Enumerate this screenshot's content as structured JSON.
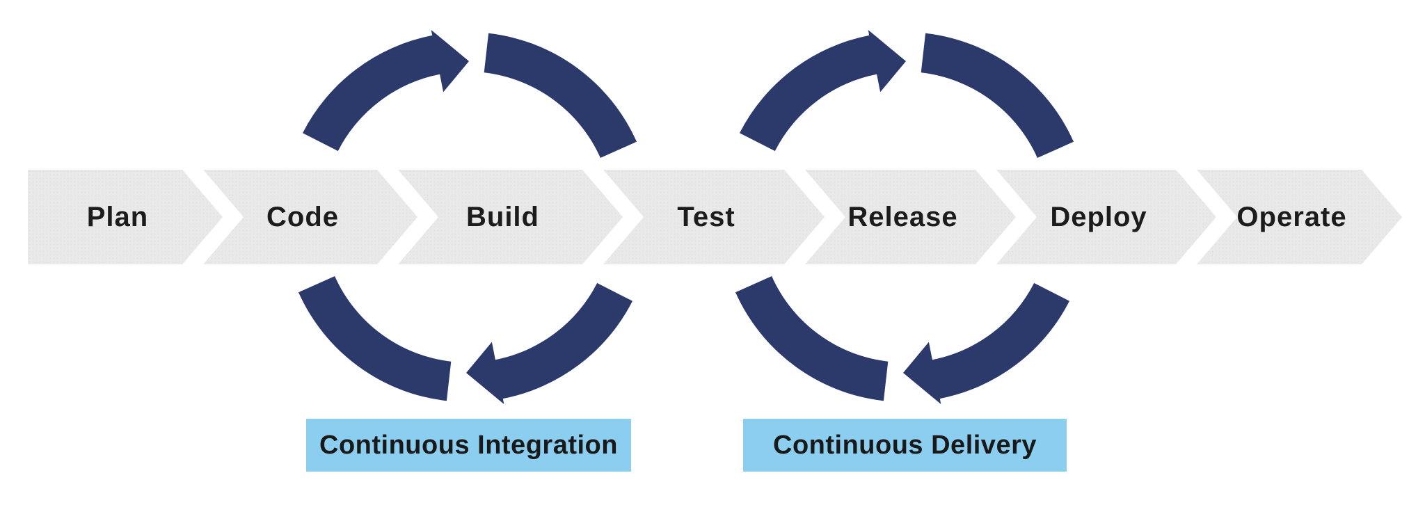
{
  "pipeline": {
    "stages": [
      "Plan",
      "Code",
      "Build",
      "Test",
      "Release",
      "Deploy",
      "Operate"
    ]
  },
  "cycles": {
    "ci": {
      "label": "Continuous Integration"
    },
    "cd": {
      "label": "Continuous Delivery"
    }
  },
  "colors": {
    "arrow_navy": "#2b3a6b",
    "stage_band_gray": "#e9e9e9",
    "cycle_label_blue": "#8cceef",
    "stage_text_dark": "#1c1c1c"
  }
}
